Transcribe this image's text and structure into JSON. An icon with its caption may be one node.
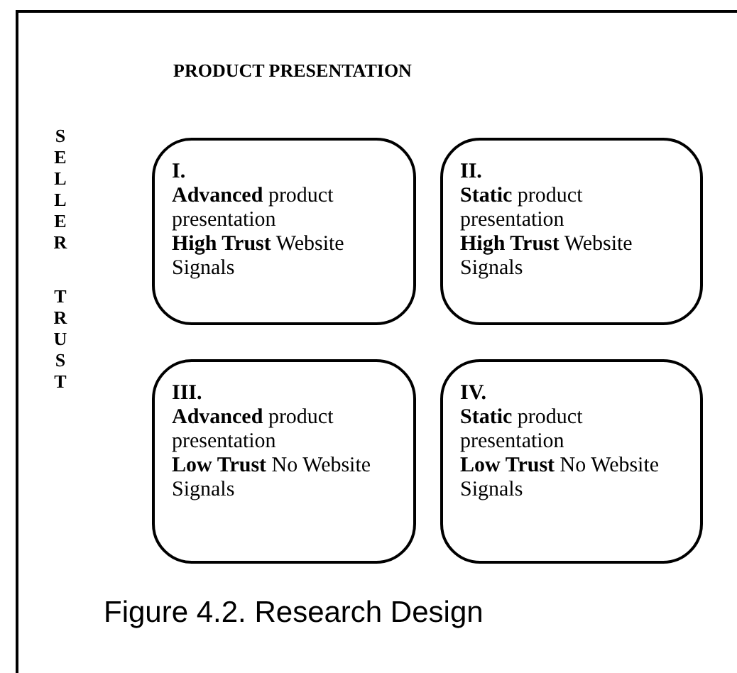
{
  "diagram": {
    "title": "PRODUCT PRESENTATION",
    "caption": "Figure 4.2. Research Design",
    "nodes": [
      {
        "text": [
          "I.",
          "**Advanced** product presentation",
          "**High Trust** Website Signals"
        ]
      },
      {
        "text": [
          "II.",
          "**Static** product presentation",
          "**High Trust** Website Signals"
        ]
      },
      {
        "text": [
          "III.",
          "**Advanced** product presentation",
          "**Low Trust** No Website Signals"
        ]
      },
      {
        "text": [
          "IV.",
          "**Static** product presentation",
          "**Low Trust** No Website Signals"
        ]
      }
    ],
    "labels": [
      "SELLER",
      "TRUST"
    ]
  }
}
